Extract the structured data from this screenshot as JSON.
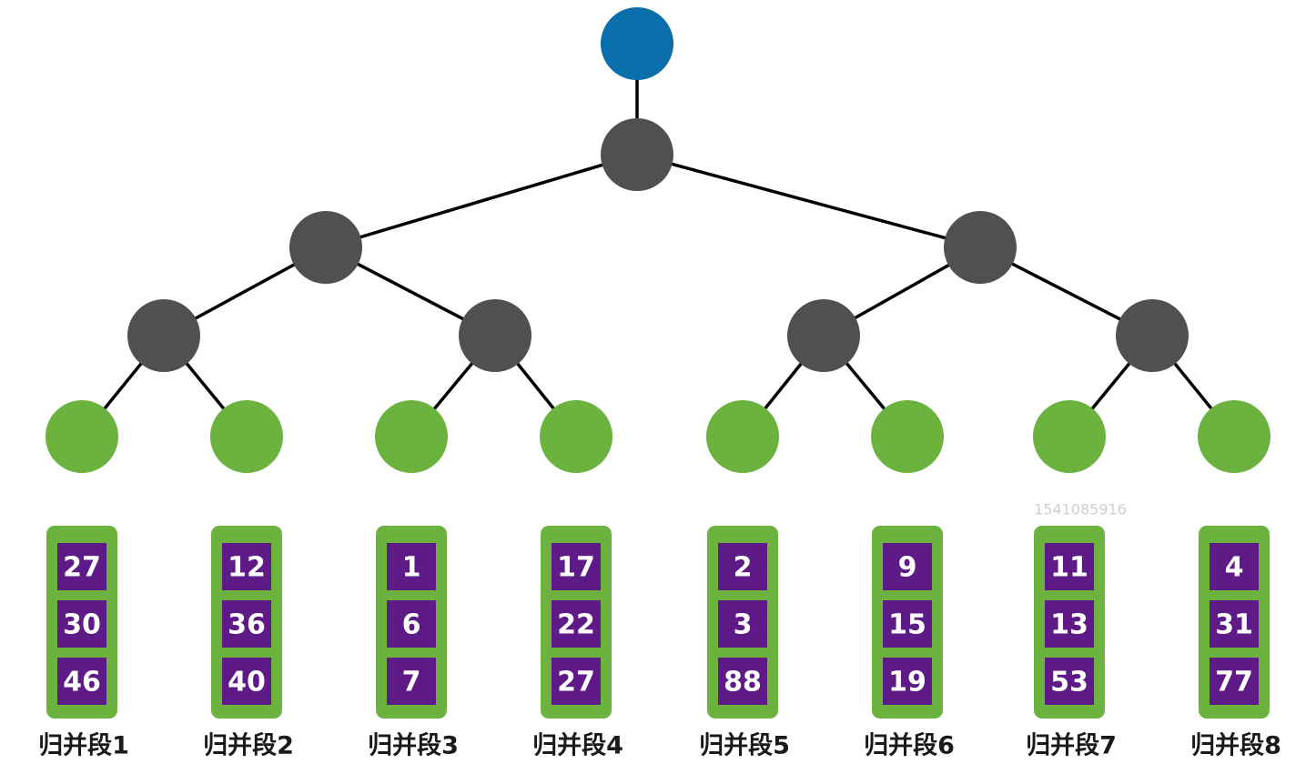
{
  "colors": {
    "root": "#0a6eab",
    "internal": "#505050",
    "leaf": "#6bb23f",
    "edge": "#000000",
    "run_border": "#6bb23f",
    "cell": "#5e1a86",
    "cell_text": "#ffffff",
    "label_text": "#1a1a1a"
  },
  "tree": {
    "root_node": "root-node",
    "internal_levels": 3,
    "leaf_count": 8
  },
  "runs": [
    {
      "label": "归并段1",
      "values": [
        "27",
        "30",
        "46"
      ]
    },
    {
      "label": "归并段2",
      "values": [
        "12",
        "36",
        "40"
      ]
    },
    {
      "label": "归并段3",
      "values": [
        "1",
        "6",
        "7"
      ]
    },
    {
      "label": "归并段4",
      "values": [
        "17",
        "22",
        "27"
      ]
    },
    {
      "label": "归并段5",
      "values": [
        "2",
        "3",
        "88"
      ]
    },
    {
      "label": "归并段6",
      "values": [
        "9",
        "15",
        "19"
      ]
    },
    {
      "label": "归并段7",
      "values": [
        "11",
        "13",
        "53"
      ]
    },
    {
      "label": "归并段8",
      "values": [
        "4",
        "31",
        "77"
      ]
    }
  ],
  "watermark": "1541085916"
}
